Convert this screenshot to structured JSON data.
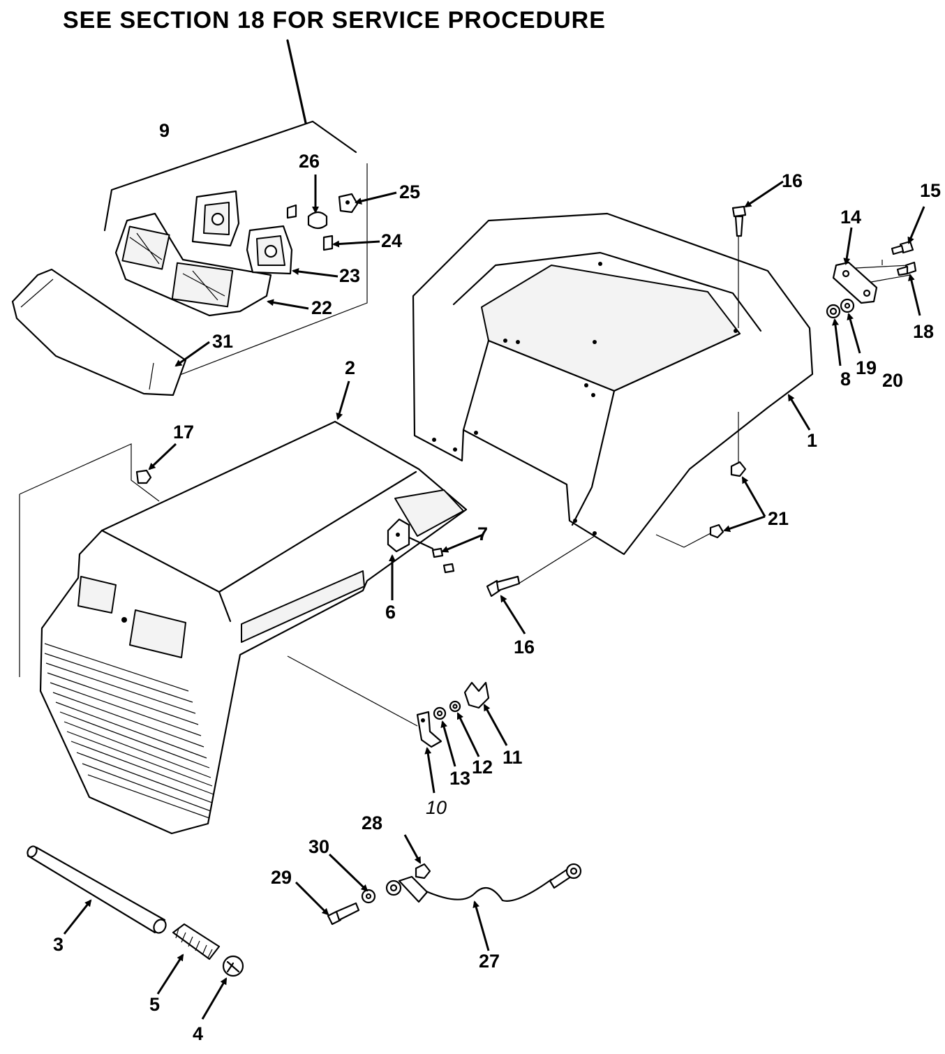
{
  "heading": "SEE SECTION 18 FOR SERVICE PROCEDURE",
  "callouts": {
    "c1": "1",
    "c2": "2",
    "c3": "3",
    "c4": "4",
    "c5": "5",
    "c6": "6",
    "c7": "7",
    "c8": "8",
    "c9": "9",
    "c10": "10",
    "c11": "11",
    "c12": "12",
    "c13": "13",
    "c14": "14",
    "c15": "15",
    "c16a": "16",
    "c16b": "16",
    "c17": "17",
    "c18": "18",
    "c19": "19",
    "c20": "20",
    "c21": "21",
    "c22": "22",
    "c23": "23",
    "c24": "24",
    "c25": "25",
    "c26": "26",
    "c27": "27",
    "c28": "28",
    "c29": "29",
    "c30": "30",
    "c31": "31"
  }
}
